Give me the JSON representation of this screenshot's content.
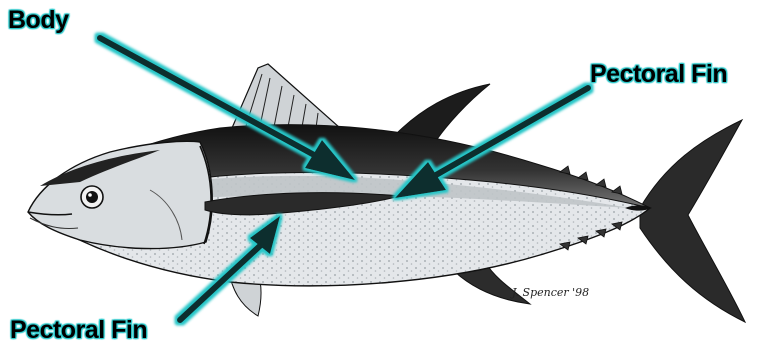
{
  "labels": {
    "body": "Body",
    "pectoral_fin_top": "Pectoral Fin",
    "pectoral_fin_bottom": "Pectoral Fin"
  },
  "signature": "J. Spencer '98",
  "colors": {
    "arrow_fill": "#0d2e2e",
    "arrow_glow": "#26c6c8",
    "label_glow": "#26c6c8",
    "ink": "#111111",
    "belly_light": "#e9ecef"
  }
}
